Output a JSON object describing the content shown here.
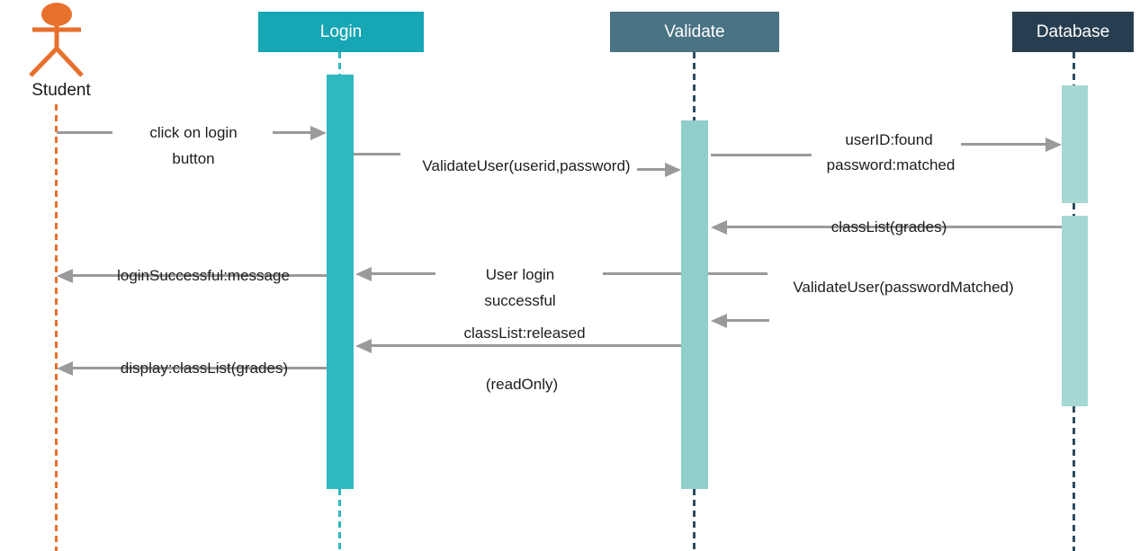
{
  "diagram_type": "uml-sequence",
  "lifelines": {
    "student": {
      "label": "Student",
      "kind": "actor"
    },
    "login": {
      "label": "Login",
      "kind": "object"
    },
    "validate": {
      "label": "Validate",
      "kind": "object"
    },
    "database": {
      "label": "Database",
      "kind": "object"
    }
  },
  "messages": {
    "click_login": {
      "line1": "click on login",
      "line2": "button",
      "from": "Student",
      "to": "Login"
    },
    "validate_user": {
      "line1": "ValidateUser(userid,password)",
      "from": "Login",
      "to": "Validate"
    },
    "user_found": {
      "line1": "userID:found",
      "line2": "password:matched",
      "from": "Validate",
      "to": "Database"
    },
    "class_list_grades": {
      "line1": "classList(grades)",
      "from": "Database",
      "to": "Validate"
    },
    "login_successful": {
      "line1": "loginSuccessful:message",
      "from": "Login",
      "to": "Student"
    },
    "user_login_successful": {
      "line1": "User login",
      "line2": "successful",
      "from": "Validate",
      "to": "Login"
    },
    "password_matched": {
      "line1": "ValidateUser(passwordMatched)",
      "from": "Database",
      "to": "Validate"
    },
    "classlist_released": {
      "line1": "classList:released",
      "from": "Validate",
      "to": "Login"
    },
    "readonly_note": {
      "line1": "(readOnly)"
    },
    "display_classlist": {
      "line1": "display:classList(grades)",
      "from": "Login",
      "to": "Student"
    }
  },
  "colors": {
    "student_orange": "#E8702D",
    "login_header": "#17A6B4",
    "login_bar": "#2FB8BF",
    "validate_header": "#4A7383",
    "validate_bar": "#8FCECB",
    "database_header": "#263E50",
    "database_bar": "#A5D8D2",
    "lifeline_dark": "#2F4B5E",
    "message_gray": "#9A9A9A"
  }
}
